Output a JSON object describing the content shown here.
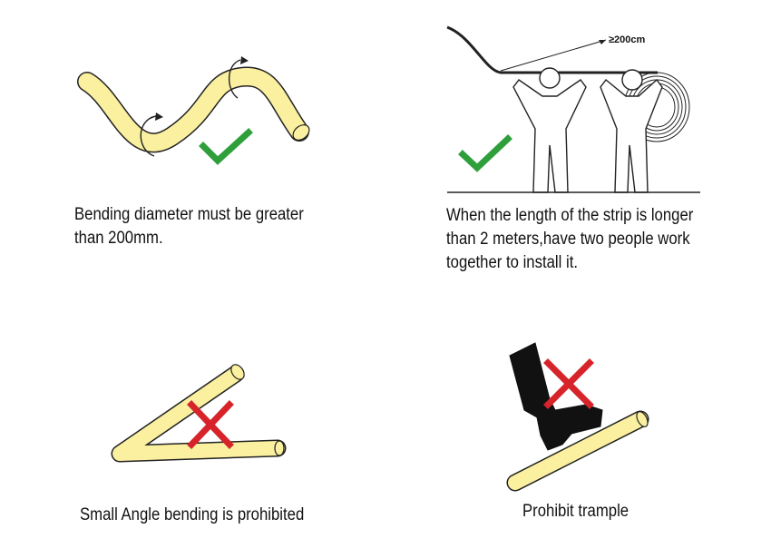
{
  "panels": {
    "bend": {
      "caption_lines": [
        "Bending diameter must be greater",
        "than 200mm."
      ],
      "status": "allowed",
      "icon": "check-icon"
    },
    "two_people": {
      "dimension_label": "≥200cm",
      "caption_lines": [
        "When the length of the strip is longer",
        "than 2 meters,have two people work",
        "together to install it."
      ],
      "status": "allowed",
      "icon": "check-icon"
    },
    "small_angle": {
      "caption_lines": [
        "Small Angle bending is prohibited"
      ],
      "status": "prohibited",
      "icon": "cross-icon"
    },
    "trample": {
      "caption_lines": [
        "Prohibit trample"
      ],
      "status": "prohibited",
      "icon": "cross-icon"
    }
  },
  "colors": {
    "strip_fill": "#FAF0A0",
    "strip_stroke": "#222222",
    "check": "#2E9F3A",
    "cross": "#D7232A"
  }
}
